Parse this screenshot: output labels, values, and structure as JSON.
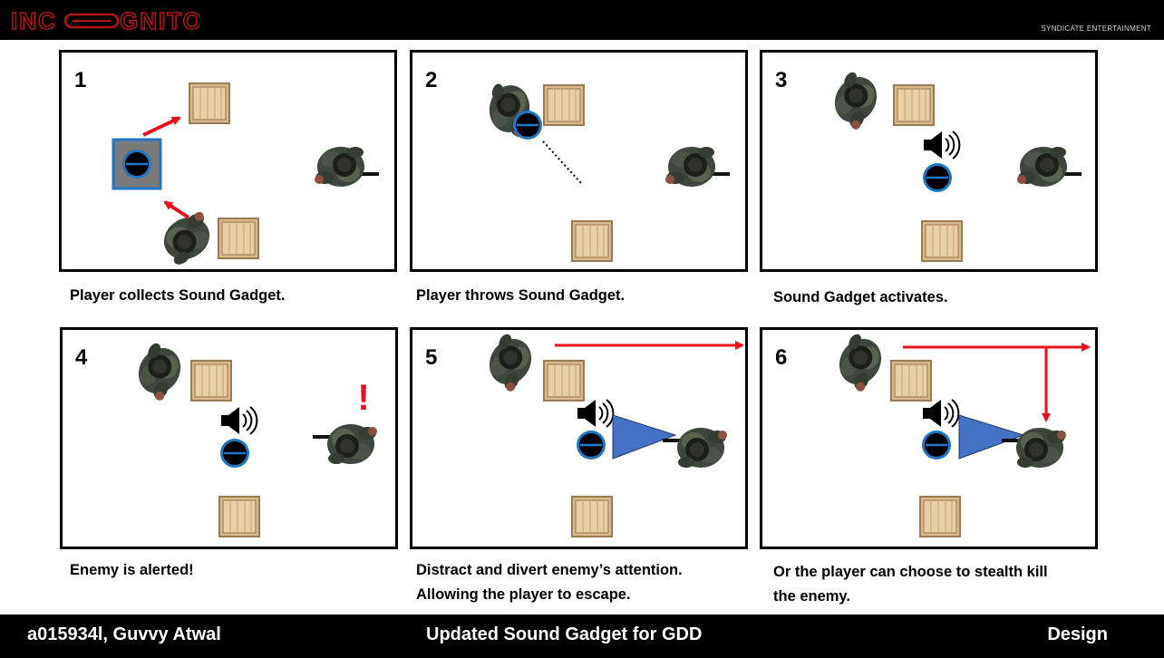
{
  "header": {
    "logo_text": "INCOGNITO",
    "company": "SYNDICATE ENTERTAINMENT"
  },
  "panels": [
    {
      "number": "1",
      "caption": "Player collects Sound Gadget."
    },
    {
      "number": "2",
      "caption": "Player throws Sound Gadget."
    },
    {
      "number": "3",
      "caption": "Sound Gadget activates."
    },
    {
      "number": "4",
      "caption": "Enemy is alerted!",
      "alert": "!"
    },
    {
      "number": "5",
      "caption": [
        "Distract and divert enemy’s attention.",
        "Allowing the player to escape."
      ]
    },
    {
      "number": "6",
      "caption": [
        "Or the player can choose to stealth kill",
        "the enemy."
      ]
    }
  ],
  "footer": {
    "author": "a015934l, Guvvy Atwal",
    "title": "Updated Sound Gadget for GDD",
    "section": "Design"
  },
  "colors": {
    "arrow": "#e8101a",
    "gadget_ring": "#1e78c8",
    "vision_cone": "#4472c4",
    "crate": "#e4c9a0",
    "bars": "#000000"
  }
}
